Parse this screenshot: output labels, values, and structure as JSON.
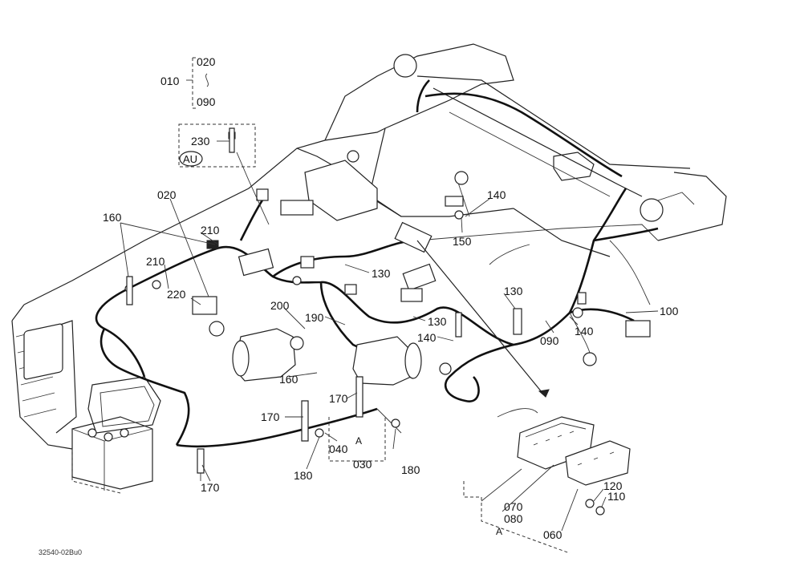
{
  "labels": {
    "l010": "010",
    "l020a": "020",
    "l090a": "090",
    "l230": "230",
    "au": "AU",
    "l020b": "020",
    "l160a": "160",
    "l210a": "210",
    "l210b": "210",
    "l220": "220",
    "l130a": "130",
    "l200": "200",
    "l190": "190",
    "l130b": "130",
    "l140a": "140",
    "l160b": "160",
    "l170a": "170",
    "l170b": "170",
    "l040": "040",
    "lA1": "A",
    "l030": "030",
    "l180a": "180",
    "l180b": "180",
    "l170c": "170",
    "l140b": "140",
    "l150": "150",
    "l130c": "130",
    "l090b": "090",
    "l100": "100",
    "l140c": "140",
    "l120": "120",
    "l110": "110",
    "l070": "070",
    "l080": "080",
    "l060": "060",
    "lA2": "A"
  },
  "figure_code": "32540-02Bu0"
}
